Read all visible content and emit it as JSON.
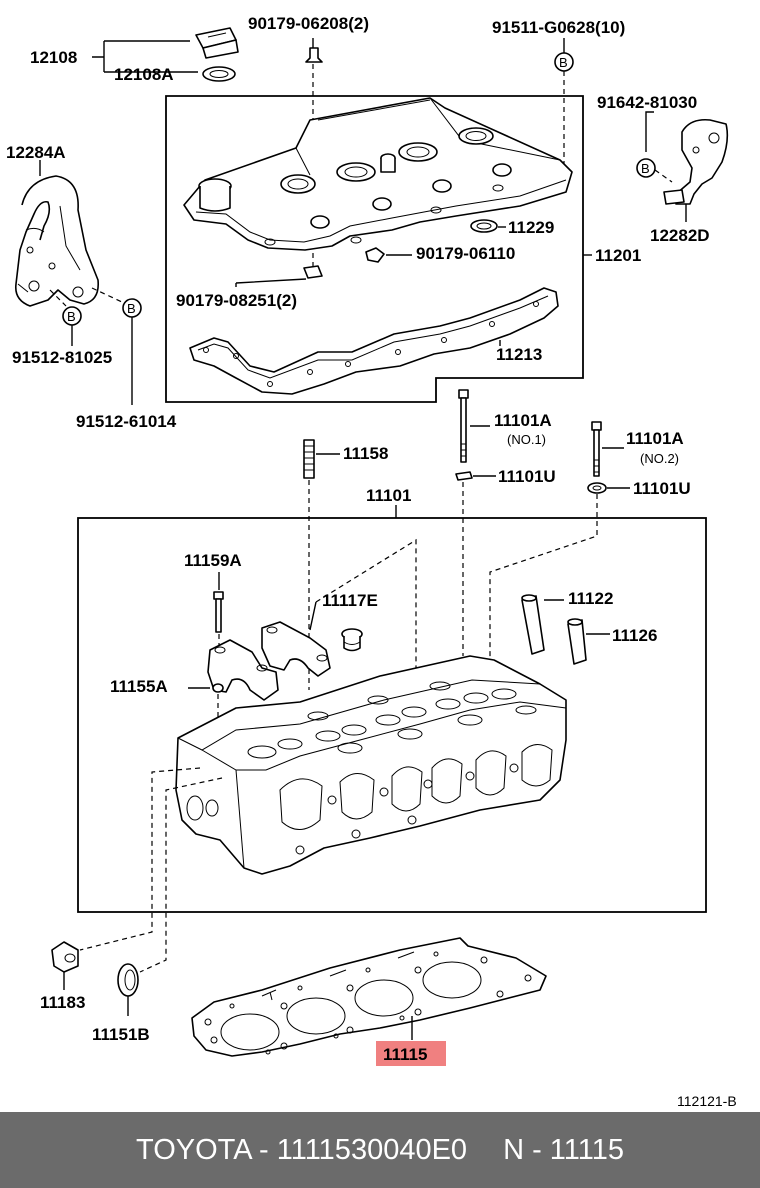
{
  "diagram": {
    "labels": {
      "p12108": "12108",
      "p12108a": "12108A",
      "p90179_06208": "90179-06208(2)",
      "p91511": "91511-G0628(10)",
      "p91642": "91642-81030",
      "p12284a": "12284A",
      "p12282d": "12282D",
      "p11229": "11229",
      "p90179_06110": "90179-06110",
      "p11201": "11201",
      "p90179_08251": "90179-08251(2)",
      "p11213": "11213",
      "p91512_81025": "91512-81025",
      "p91512_61014": "91512-61014",
      "p11158": "11158",
      "p11101a_1": "11101A",
      "p11101a_1_sub": "(NO.1)",
      "p11101u_1": "11101U",
      "p11101a_2": "11101A",
      "p11101a_2_sub": "(NO.2)",
      "p11101u_2": "11101U",
      "p11101": "11101",
      "p11159a": "11159A",
      "p11117e": "11117E",
      "p11122": "11122",
      "p11126": "11126",
      "p11155a": "11155A",
      "p11183": "11183",
      "p11151b": "11151B",
      "p11115": "11115"
    },
    "bolt_marker": "B",
    "ref_code": "112121-B",
    "highlight_color": "#f08080"
  },
  "footer": {
    "left": "TOYOTA - 1111530040E0",
    "right": "N - 11115"
  }
}
